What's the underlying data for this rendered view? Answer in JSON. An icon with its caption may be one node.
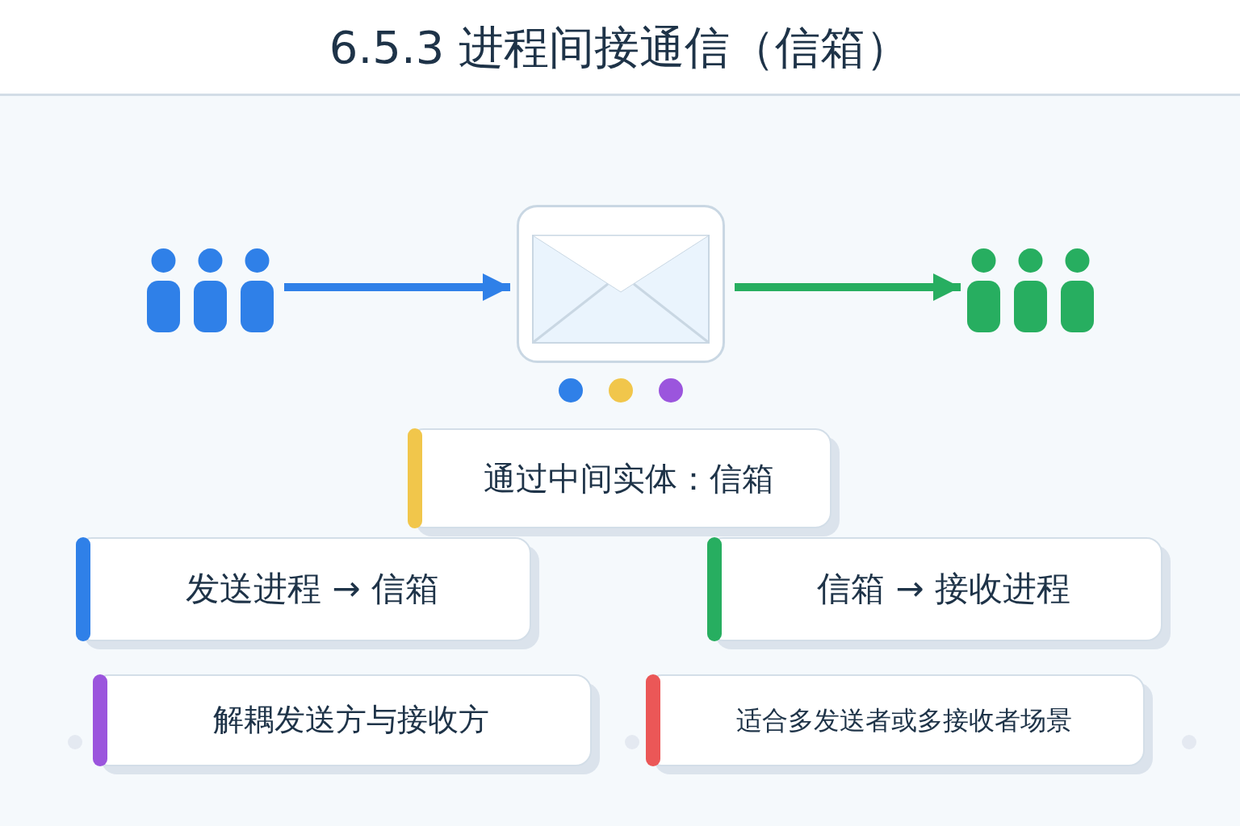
{
  "diagram": {
    "title": "6.5.3 进程间接通信（信箱）",
    "nodes": [
      {
        "text": [],
        "shape": "person"
      },
      {
        "text": [],
        "shape": "picture"
      },
      {
        "text": [],
        "shape": "person"
      },
      {
        "text": [
          "通过中间实体：信箱"
        ]
      },
      {
        "text": [
          "发送进程 → 信箱"
        ]
      },
      {
        "text": [
          "信箱 → 接收进程"
        ]
      },
      {
        "text": [
          "解耦发送方与接收方"
        ]
      },
      {
        "text": [
          "适合多发送者或多接收者场景"
        ]
      }
    ],
    "edges": [
      {
        "from": 0,
        "to": 1,
        "arrow": "to",
        "color": "#2f80e8"
      },
      {
        "from": 1,
        "to": 2,
        "arrow": "to",
        "color": "#27ae60"
      }
    ]
  }
}
